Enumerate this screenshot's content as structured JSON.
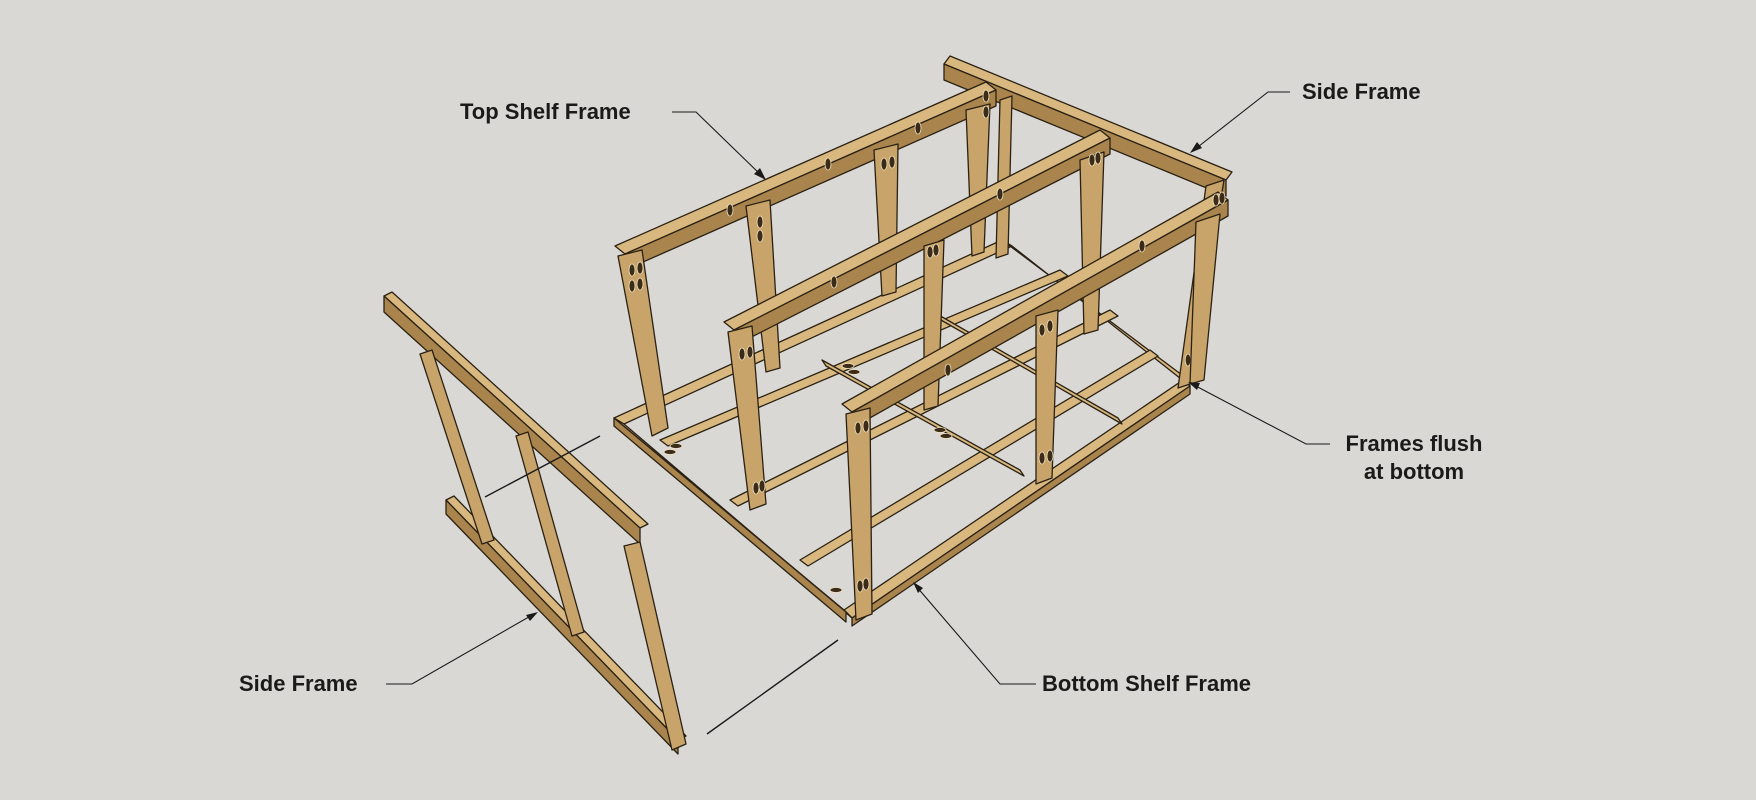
{
  "labels": {
    "top_shelf_frame": "Top Shelf Frame",
    "side_frame_right": "Side Frame",
    "frames_flush_line1": "Frames flush",
    "frames_flush_line2": "at bottom",
    "side_frame_left": "Side Frame",
    "bottom_shelf_frame": "Bottom Shelf Frame"
  },
  "colors": {
    "background": "#d9d8d4",
    "wood": "#c8a46b",
    "wood_outline": "#2a2114",
    "text": "#1a1a1a"
  }
}
